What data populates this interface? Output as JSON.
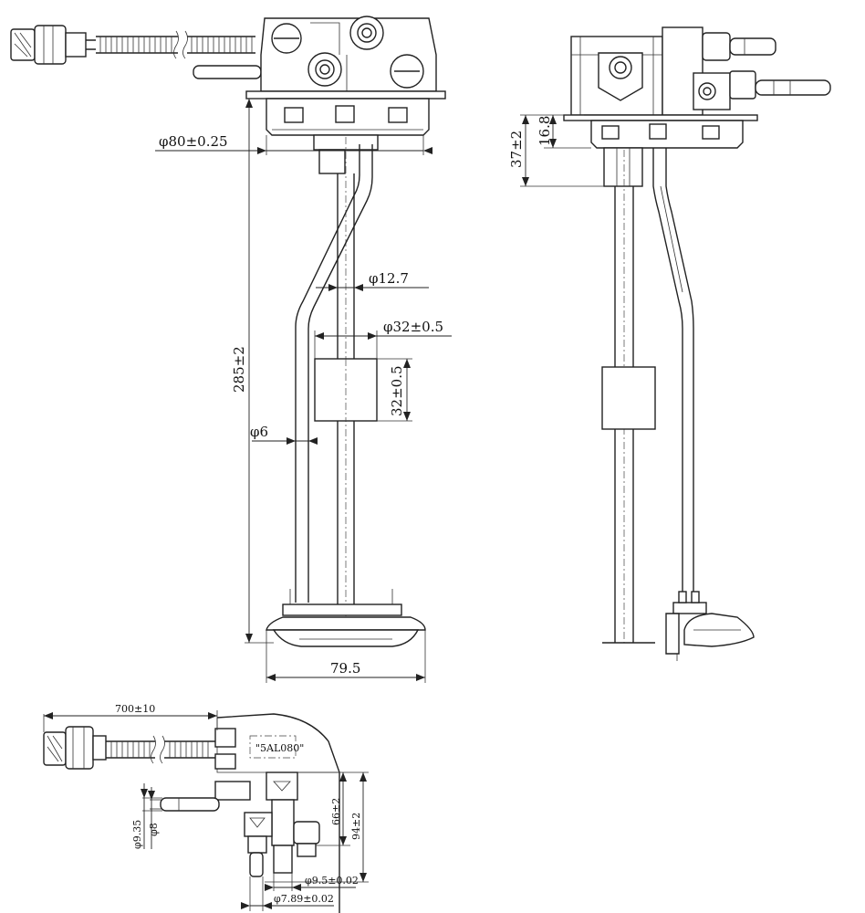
{
  "front_view": {
    "dim_flange_diameter": "φ80±0.25",
    "dim_tube_diameter": "φ12.7",
    "dim_float_diameter": "φ32±0.5",
    "dim_float_height": "32±0.5",
    "dim_total_length": "285±2",
    "dim_return_tube": "φ6",
    "dim_base_width": "79.5"
  },
  "side_view": {
    "dim_flange_thickness": "16.8",
    "dim_head_depth": "37±2"
  },
  "top_view": {
    "dim_cable_length": "700±10",
    "part_label": "\"5AL080\"",
    "dim_port_height_1": "66±2",
    "dim_port_height_2": "94±2",
    "dim_nipple_outer": "φ9.35",
    "dim_nipple_inner": "φ8",
    "dim_outlet_diameter": "φ9.5±0.02",
    "dim_inlet_diameter": "φ7.89±0.02"
  }
}
